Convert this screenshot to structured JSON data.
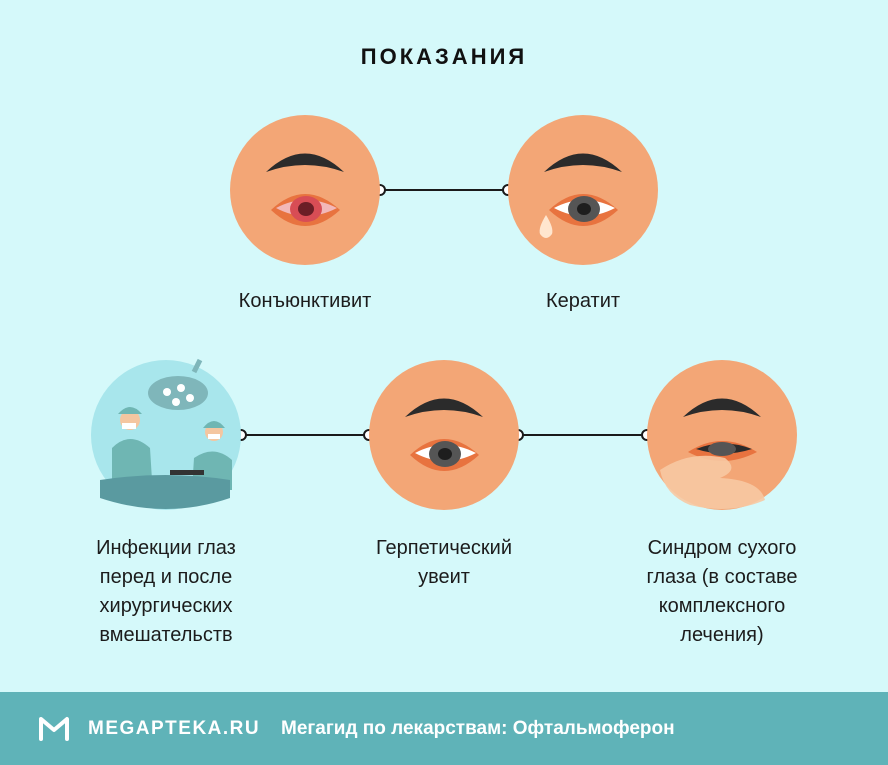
{
  "title": "ПОКАЗАНИЯ",
  "items": [
    {
      "label": "Конъюнктивит"
    },
    {
      "label": "Кератит"
    },
    {
      "label": "Инфекции глаз перед и после хирургических вмешательств"
    },
    {
      "label": "Герпетический увеит"
    },
    {
      "label": "Синдром сухого глаза (в составе комплексного лечения)"
    }
  ],
  "footer": {
    "brand": "MEGAPTEKA.RU",
    "tagline": "Мегагид по лекарствам: Офтальмоферон"
  },
  "colors": {
    "background": "#d5f9fa",
    "face": "#f3a676",
    "eyelid": "#e8733f",
    "brow": "#2b2b2b",
    "footer": "#5fb3b8"
  }
}
